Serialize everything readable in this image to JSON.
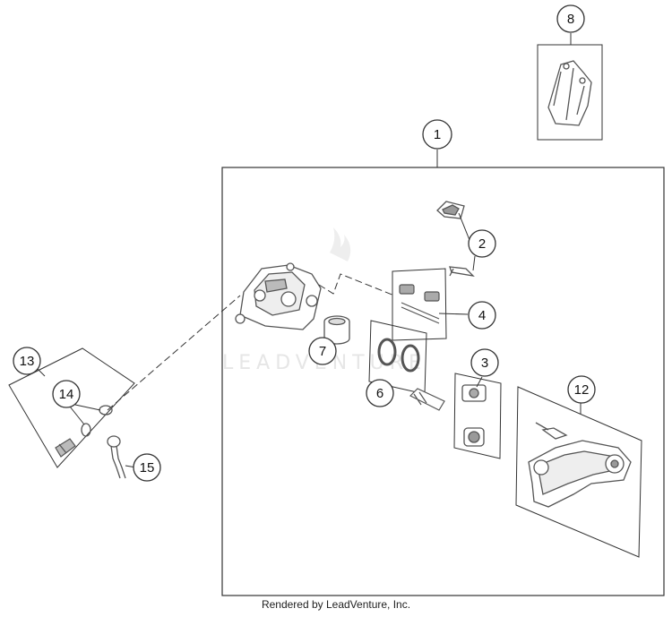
{
  "footer": "Rendered by LeadVenture, Inc.",
  "watermark": "LEADVENTURE",
  "callouts": {
    "c1": "1",
    "c2": "2",
    "c3": "3",
    "c4": "4",
    "c5": "6",
    "c6": "7",
    "c8": "8",
    "c12": "12",
    "c13": "13",
    "c14": "14",
    "c15": "15"
  },
  "colors": {
    "line": "#333333",
    "part": "#555555",
    "watermark": "#e6e6e6"
  }
}
